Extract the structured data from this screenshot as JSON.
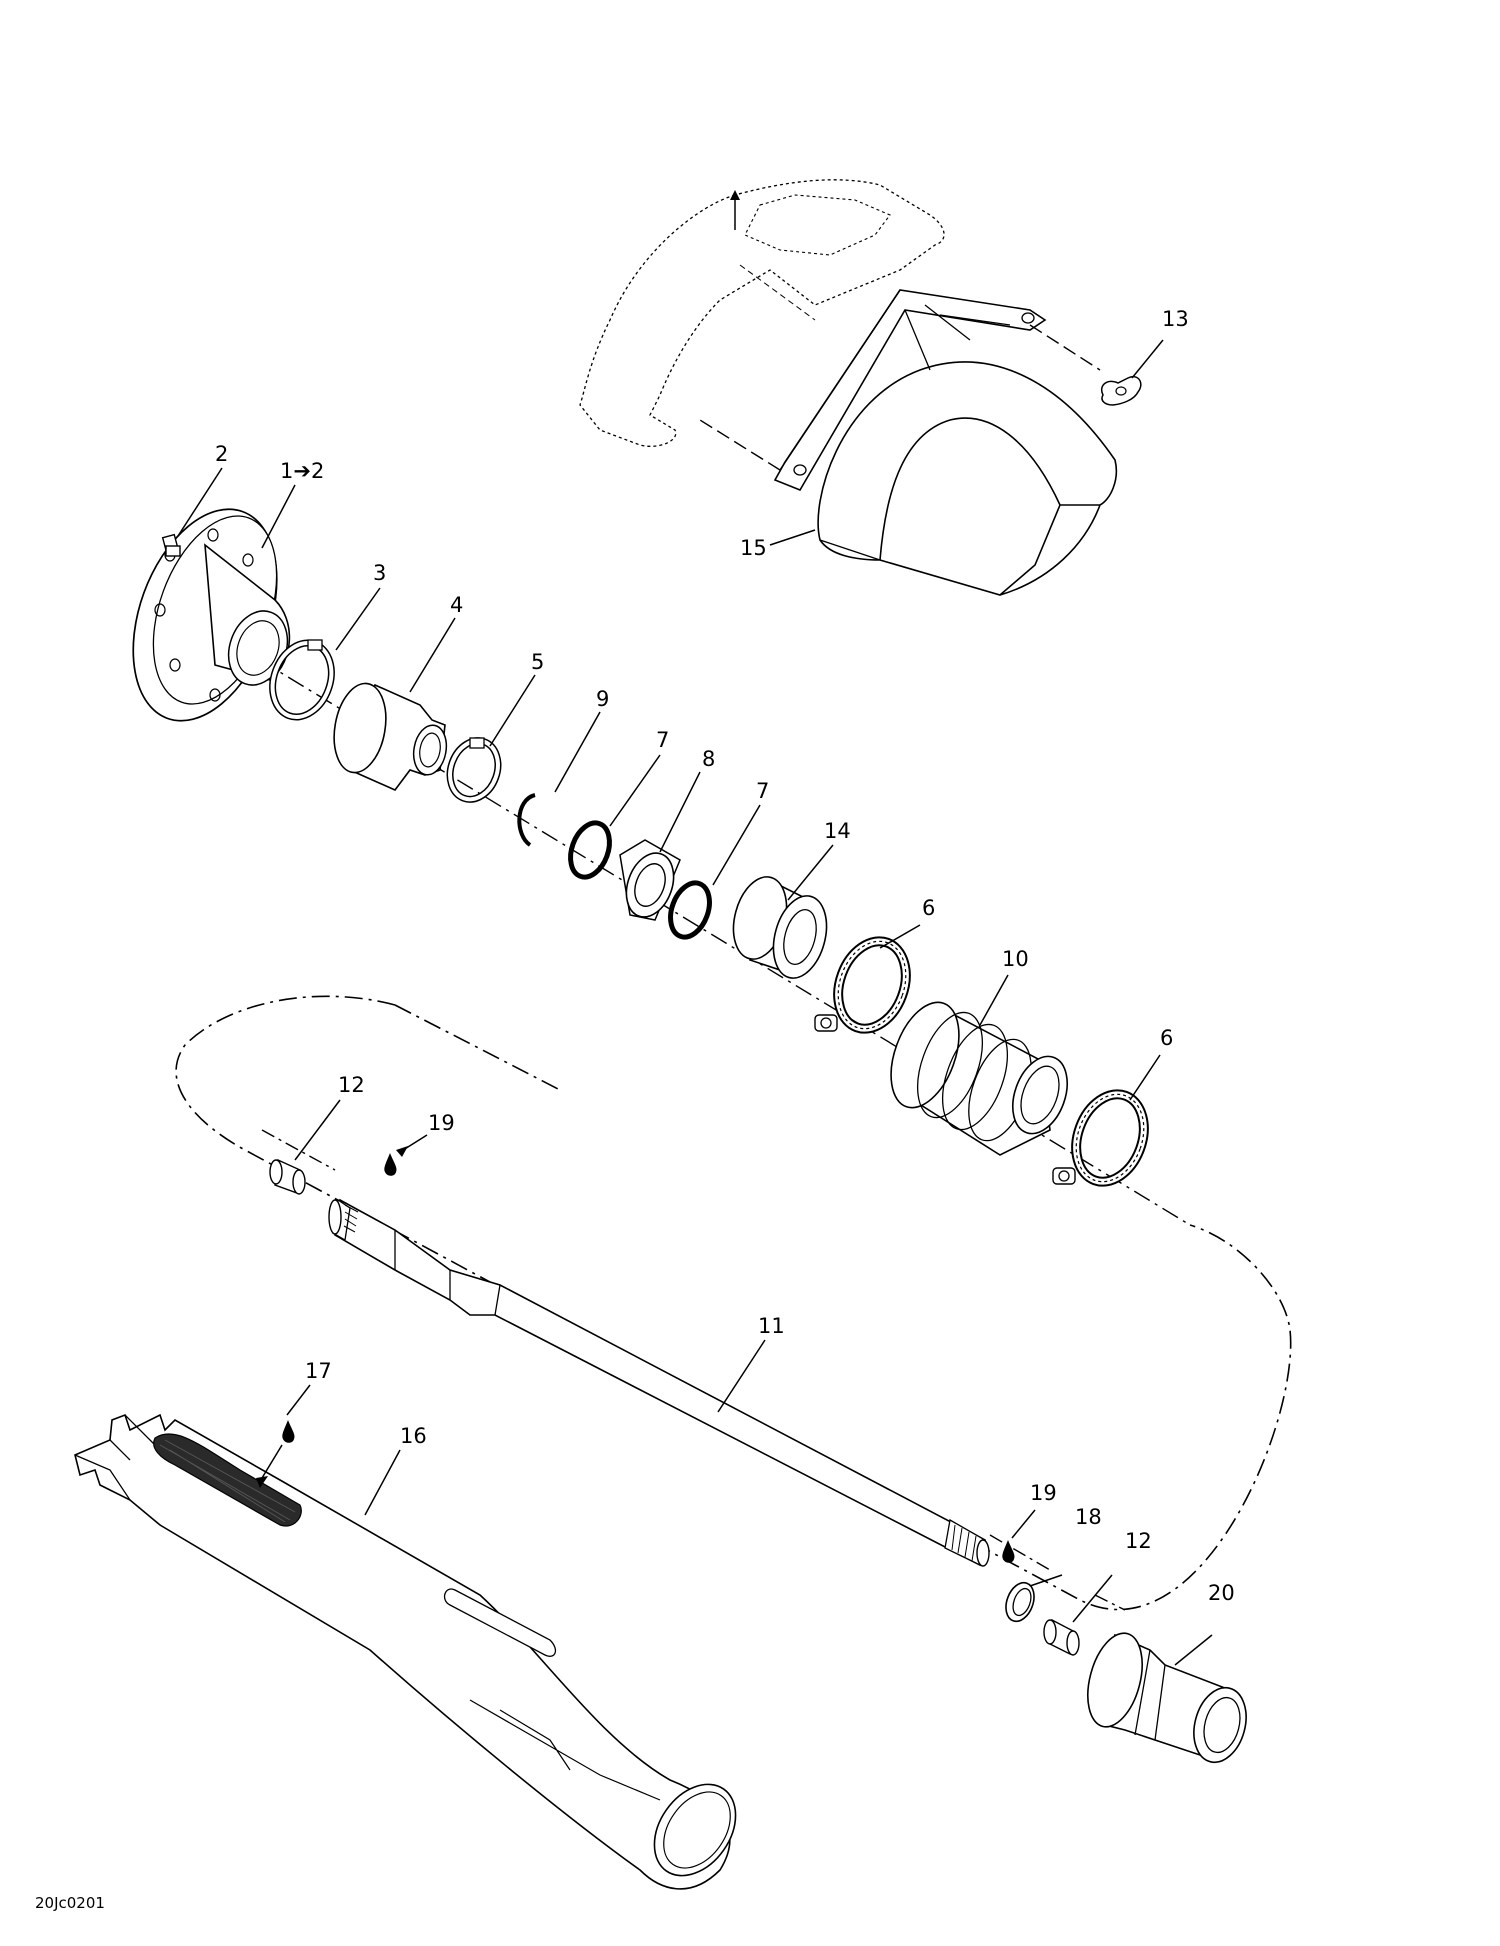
{
  "diagram": {
    "callouts": [
      {
        "id": "c2",
        "text": "2"
      },
      {
        "id": "c1to2",
        "text": "1➔2"
      },
      {
        "id": "c3",
        "text": "3"
      },
      {
        "id": "c4",
        "text": "4"
      },
      {
        "id": "c5",
        "text": "5"
      },
      {
        "id": "c9",
        "text": "9"
      },
      {
        "id": "c7a",
        "text": "7"
      },
      {
        "id": "c8",
        "text": "8"
      },
      {
        "id": "c7b",
        "text": "7"
      },
      {
        "id": "c14",
        "text": "14"
      },
      {
        "id": "c6a",
        "text": "6"
      },
      {
        "id": "c10",
        "text": "10"
      },
      {
        "id": "c6b",
        "text": "6"
      },
      {
        "id": "c13",
        "text": "13"
      },
      {
        "id": "c15",
        "text": "15"
      },
      {
        "id": "c12a",
        "text": "12"
      },
      {
        "id": "c19a",
        "text": "19"
      },
      {
        "id": "c11",
        "text": "11"
      },
      {
        "id": "c17",
        "text": "17"
      },
      {
        "id": "c16",
        "text": "16"
      },
      {
        "id": "c19b",
        "text": "19"
      },
      {
        "id": "c18",
        "text": "18"
      },
      {
        "id": "c12b",
        "text": "12"
      },
      {
        "id": "c20",
        "text": "20"
      }
    ],
    "figure_code": "20Jc0201"
  }
}
